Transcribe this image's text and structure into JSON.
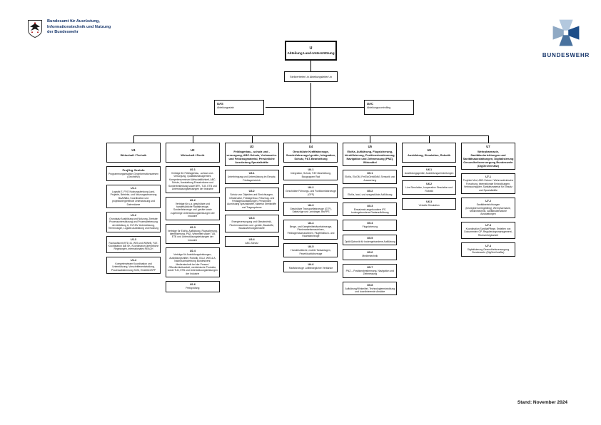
{
  "header": {
    "agency_line1": "Bundesamt für Ausrüstung,",
    "agency_line2": "Informationstechnik und Nutzung",
    "agency_line3": "der Bundeswehr",
    "brand": "BUNDESWEHR"
  },
  "footer": {
    "stand": "Stand: November 2024"
  },
  "colors": {
    "brand_blue": "#17366b",
    "cross_light": "#b3c8de",
    "cross_mid_light": "#8fa9c4",
    "cross_mid": "#49729e",
    "cross_dark": "#1d4e89",
    "line": "#000000"
  },
  "top": {
    "unit_code": "U",
    "unit_title": "Abteilung Land-Unterstützung",
    "deputy": "Stellvertreter/-in Abteilungsleiter/-in",
    "staff_code": "UAS",
    "staff_label": "Abteilungsstab",
    "controlling_code": "UAC",
    "controlling_label": "Abteilungscontrolling"
  },
  "columns": [
    {
      "code": "U1",
      "title": "Wirtschaft / Technik",
      "boxes": [
        {
          "code": "ProjOrg GeoInfo",
          "text": "Programmorganisation Geoinformationswesen (GeoInfoW)",
          "emphasis": true
        },
        {
          "code": "U1.1",
          "text": "Logistik E, PVO Nutzungslenkung Land, Projekte, Betriebs- und Nutzungssteuerung BAAINBw, Koordination und projektübergreifende Unterstützung und Datenräume"
        },
        {
          "code": "U1.2",
          "text": "Grundsatz Ausbildung und Nutzung, Zentrale Prozessunterstützung und Prozessbetreuung der Abteilung U, ELT-BV Unterstützung, Terminologie, Logistik Ausbildung und Nutzung"
        },
        {
          "code": "U1.3",
          "text": "Fachaufsicht WTD 41, WIS und WIWeB, F&T-Koordination IAB SK, Koordination überörtliche Regelungen, internationales REACH"
        },
        {
          "code": "U1.4",
          "text": "Kompetenzteam Koordination und Unterstützung, Vorschriftenentwicklung, Prozessabstimmung SCM, EinsBGrdSPP"
        }
      ]
    },
    {
      "code": "U2",
      "title": "Wirtschaft / Recht",
      "boxes": [
        {
          "code": "U2.1",
          "text": "Verträge für Feldlagerbau, -schutz und -versorgung, Qualitätsmanagement, Kompetenzzentrum Wirtschaftlichkeit, ABC-Schutz, Ausstattung Einsatzräume und Sonderbekleidung sowie BFK, TLB, ETB und Unterstützungsleistungen der Industrie"
        },
        {
          "code": "U2.2",
          "text": "Verträge für u.a. geschützte und handelsübliche Radfahrzeuge, Sonderfahrzeuge und -geräte sowie zugehörige Unterstützungsleistungen der Industrie"
        },
        {
          "code": "U2.3",
          "text": "Verträge für EloKa, Aufklärung, Flugsicherung, Identifizierung, PNZ, Wirkmittel sowie TLB, ETB und Unterstützungsleistungen der Industrie"
        },
        {
          "code": "U2.4",
          "text": "Verträge für Ausbildungsleistungen, Ausbildungsmittel, Robotik, IGLU, WIS & A, Nachwuchswerbung Bundeswehr, Medientechnik bei der Presse-/Öffentlichkeitsarbeit, medizinische Produkte, sowie TLB, ETB und Unterstützungsleistungen der Industrie"
        },
        {
          "code": "U2.6",
          "text": "Preisprüfung"
        }
      ]
    },
    {
      "code": "U3",
      "title": "Feldlagerbau, -schutz und -versorgung, ABC-Schutz, Verbrauchs- und Feldzeugmaterial, Persönliche Ausrüstung Spezialkräfte",
      "boxes": [
        {
          "code": "U3.1",
          "text": "Unterbringung und Unterstützung im Einsatz, Feldlagerbetrieb"
        },
        {
          "code": "U3.2",
          "text": "Schutz von Objekten und Einrichtungen, Infrastruktur, Feldlagerbau, Feldzeug- und Feldlagerausstattungen, Persönliche Ausrüstung Spezialkräfte, Material Streitkräfte und Tragesysteme"
        },
        {
          "code": "U3.3",
          "text": "Energieversorgung und Klimatechnik, Pioniermaschinen und -geräte, Baustoffe, Bauausführungsbedarfe"
        },
        {
          "code": "U3.4",
          "text": "ABC-Schutz"
        }
      ]
    },
    {
      "code": "U4",
      "title": "Geschützte Kraftfahrzeuge, Sonderfahrzeuge/-geräte, Integration, Schutz, F&T-Bearbeitung",
      "boxes": [
        {
          "code": "U4.1",
          "text": "Integration, Schutz, F&T-Bearbeitung, Baugruppen Rad"
        },
        {
          "code": "U4.2",
          "text": "Geschützte Führungs- und Funktionsfahrzeuge (GFF)"
        },
        {
          "code": "U4.3",
          "text": "Geschützte Transportfahrzeuge (GTF), Sattelzüge und -anhänger, BwFPS"
        },
        {
          "code": "U4.4",
          "text": "Berge- und Kampfmittelräumfahrzeuge, Pionierarbeitsmaschinen, Feldlagerbaumaschinen, Flugfeldlösch- und Räumfahrzeuge"
        },
        {
          "code": "U4.5",
          "text": "Handelsübliche, mobile Tankanlagen, Feuerlöschfahrzeuge"
        },
        {
          "code": "U4.6",
          "text": "Radfahrzeuge Luftbeweglicher Verbände"
        }
      ]
    },
    {
      "code": "U5",
      "title": "EloKa, Aufklärung, Flugsicherung, Identifizierung, Positionsbestimmung, Navigation und Zeitmessung (PNZ), Wirkmittel",
      "boxes": [
        {
          "code": "U5.1",
          "text": "EloKa, EloGM, FmEloGerätSdM, Sensorik und Auswertung"
        },
        {
          "code": "U5.2",
          "text": "EloKa, land- und seegestützte Aufklärung"
        },
        {
          "code": "U5.3",
          "text": "Einsatznah angebundene IFF, bodengebundene Radaraufklärung"
        },
        {
          "code": "U5.4",
          "text": "Flugsicherung"
        },
        {
          "code": "U5.5",
          "text": "Optik/Optronik für bodengebundene Aufklärung"
        },
        {
          "code": "U5.6",
          "text": "Medientechnik"
        },
        {
          "code": "U5.7",
          "text": "PNZ – Positionsbestimmung, Navigation und Zeitmessung"
        },
        {
          "code": "U5.8",
          "text": "Aufklärung/Wirkmittel, Technologieentwicklung und koordinierende Ansätze"
        }
      ]
    },
    {
      "code": "U6",
      "title": "Ausbildung, Simulation, Robotik",
      "boxes": [
        {
          "code": "U6.1",
          "text": "Ausbildungsgeräte, Ausbildungseinrichtungen"
        },
        {
          "code": "U6.2",
          "text": "Live Simulation, kooperative Simulation und Robotik"
        },
        {
          "code": "U6.3",
          "text": "Virtuelle Simulation"
        }
      ]
    },
    {
      "code": "U7",
      "title": "Wehrpharmazie, Sanitätseinrichtungen und Sanitätsausstattungen, Digitalisierung Gesundheitsversorgung Bundeswehr (DigGesVersBw)",
      "boxes": [
        {
          "code": "U7.1",
          "text": "Projekte Med, ABC-Schutz / Wehrmedizinische Forschung, internationale Entwicklungen, Verbrauchsgüter, Sanitätsmaterial für Einsatz und Spezialkräfte"
        },
        {
          "code": "U7.2",
          "text": "Sanitätseinrichtungen (beweglich/verlegefähig), Wehrpharmazie, Medizintechnik, sanitätsdienstliche Ausstattungen"
        },
        {
          "code": "U7.3",
          "text": "Koordination SanMatPflege, Erstellen von Dokumenten OP, Regulierungsmanagement, Rückverfolgbarkeit"
        },
        {
          "code": "U7.4",
          "text": "Digitalisierung Gesundheitsversorgung Bundeswehr (DigGesVersBw)"
        }
      ]
    }
  ]
}
